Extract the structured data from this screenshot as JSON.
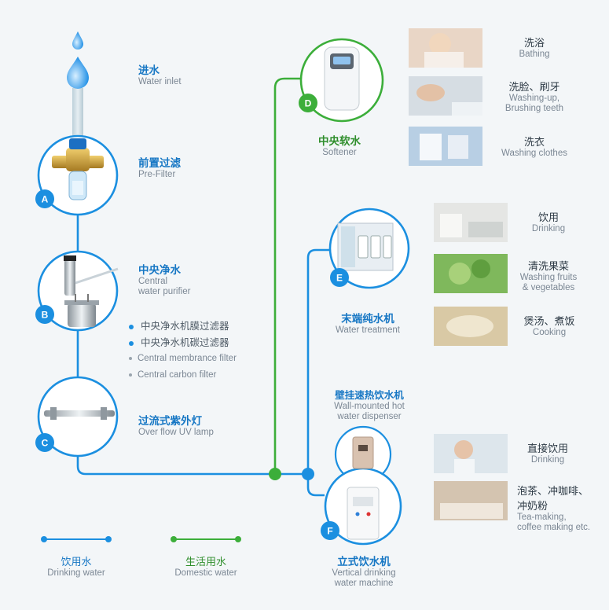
{
  "stages": {
    "inlet": {
      "cn": "进水",
      "en": "Water inlet"
    },
    "pre": {
      "letter": "A",
      "cn": "前置过滤",
      "en": "Pre-Filter"
    },
    "central": {
      "letter": "B",
      "cn": "中央净水",
      "en1": "Central",
      "en2": "water purifier",
      "bullets_cn": [
        "中央净水机膜过滤器",
        "中央净水机碳过滤器"
      ],
      "bullets_en": [
        "Central membrance filter",
        "Central carbon filter"
      ]
    },
    "uv": {
      "letter": "C",
      "cn": "过流式紫外灯",
      "en": "Over flow UV lamp"
    },
    "softener": {
      "letter": "D",
      "cn": "中央软水",
      "en": "Softener"
    },
    "treat": {
      "letter": "E",
      "cn": "末端纯水机",
      "en": "Water treatment"
    },
    "wall": {
      "cn": "壁挂速热饮水机",
      "en1": "Wall-mounted hot",
      "en2": "water dispenser"
    },
    "vertical": {
      "letter": "F",
      "cn": "立式饮水机",
      "en1": "Vertical drinking",
      "en2": "water machine"
    }
  },
  "uses": {
    "bathing": {
      "cn": "洗浴",
      "en": "Bathing"
    },
    "washup": {
      "cn": "洗脸、刷牙",
      "en1": "Washing-up,",
      "en2": "Brushing teeth"
    },
    "clothes": {
      "cn": "洗衣",
      "en": "Washing clothes"
    },
    "drink1": {
      "cn": "饮用",
      "en": "Drinking"
    },
    "veg": {
      "cn": "清洗果菜",
      "en1": "Washing fruits",
      "en2": "& vegetables"
    },
    "cook": {
      "cn": "煲汤、煮饭",
      "en": "Cooking"
    },
    "drink2": {
      "cn": "直接饮用",
      "en": "Drinking"
    },
    "tea": {
      "cn1": "泡茶、冲咖啡、",
      "cn2": "冲奶粉",
      "en1": "Tea-making,",
      "en2": "coffee making etc."
    }
  },
  "legend": {
    "drinking": {
      "cn": "饮用水",
      "en": "Drinking water"
    },
    "domestic": {
      "cn": "生活用水",
      "en": "Domestic water"
    }
  },
  "colors": {
    "blue": "#1b8fe0",
    "green": "#3cae3a",
    "text_blue": "#1777c4"
  }
}
